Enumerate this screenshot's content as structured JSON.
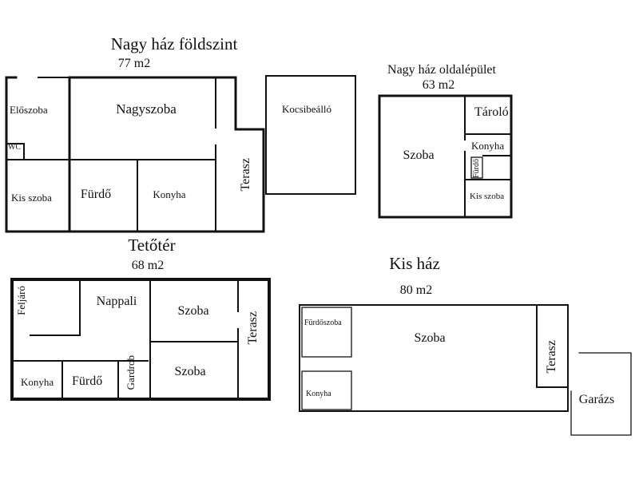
{
  "plans": {
    "foldszint": {
      "title": "Nagy ház földszint",
      "area": "77 m2",
      "rooms": {
        "eloszoba": "Előszoba",
        "nagyszoba": "Nagyszoba",
        "wc": "WC",
        "kis_szoba": "Kis szoba",
        "furdo": "Fürdő",
        "konyha": "Konyha",
        "terasz": "Terasz",
        "kocsibeallo": "Kocsibeálló"
      }
    },
    "oldalepulet": {
      "title": "Nagy ház oldalépület",
      "area": "63 m2",
      "rooms": {
        "szoba": "Szoba",
        "tarolo": "Tároló",
        "konyha": "Konyha",
        "furdo": "Fürdő",
        "kis_szoba": "Kis szoba"
      }
    },
    "teto": {
      "title": "Tetőtér",
      "area": "68 m2",
      "rooms": {
        "feljaro": "Feljáró",
        "nappali": "Nappali",
        "szoba1": "Szoba",
        "szoba2": "Szoba",
        "terasz": "Terasz",
        "konyha": "Konyha",
        "furdo": "Fürdő",
        "gardrob": "Gardrob"
      }
    },
    "kishaz": {
      "title": "Kis ház",
      "area": "80 m2",
      "rooms": {
        "furdoszoba": "Fürdőszoba",
        "szoba": "Szoba",
        "konyha": "Konyha",
        "terasz": "Terasz",
        "garazs": "Garázs"
      }
    }
  }
}
